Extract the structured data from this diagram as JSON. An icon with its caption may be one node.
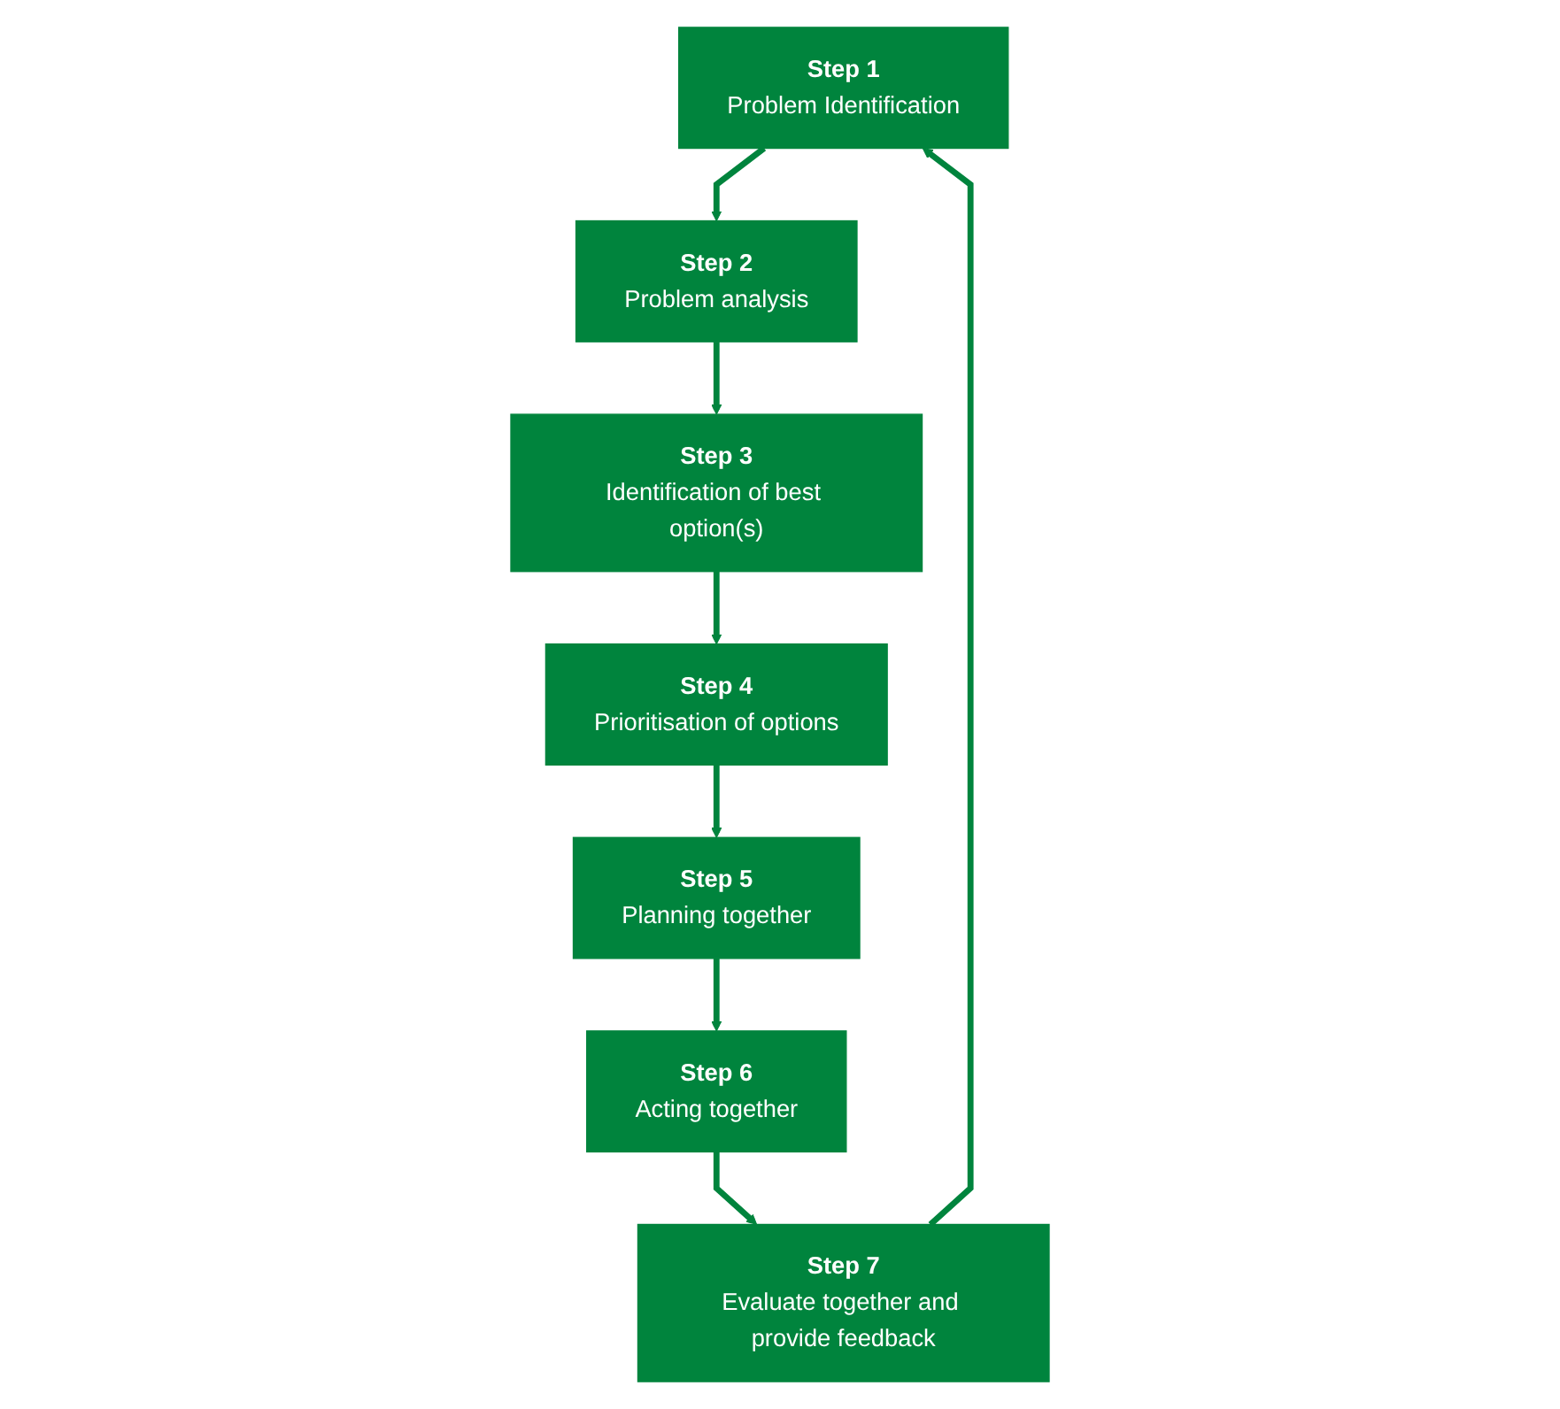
{
  "diagram": {
    "nodes": [
      {
        "text": [
          "Step 1",
          "Problem Identification"
        ]
      },
      {
        "text": [
          "Step 2",
          "Problem analysis"
        ]
      },
      {
        "text": [
          "Step 3",
          "Identification of best option(s)"
        ]
      },
      {
        "text": [
          "Step 4",
          "Prioritisation of options"
        ]
      },
      {
        "text": [
          "Step 5",
          "Planning together"
        ]
      },
      {
        "text": [
          "Step 6",
          "Acting together"
        ]
      },
      {
        "text": [
          "Step 7",
          "Evaluate together and provide feedback"
        ]
      }
    ],
    "edges": [
      {
        "from": 0,
        "to": 1,
        "arrow": "to"
      },
      {
        "from": 1,
        "to": 2,
        "arrow": "to"
      },
      {
        "from": 2,
        "to": 3,
        "arrow": "to"
      },
      {
        "from": 3,
        "to": 4,
        "arrow": "to"
      },
      {
        "from": 4,
        "to": 5,
        "arrow": "to"
      },
      {
        "from": 5,
        "to": 6,
        "arrow": "to"
      },
      {
        "from": 6,
        "to": 0,
        "arrow": "to"
      }
    ]
  }
}
